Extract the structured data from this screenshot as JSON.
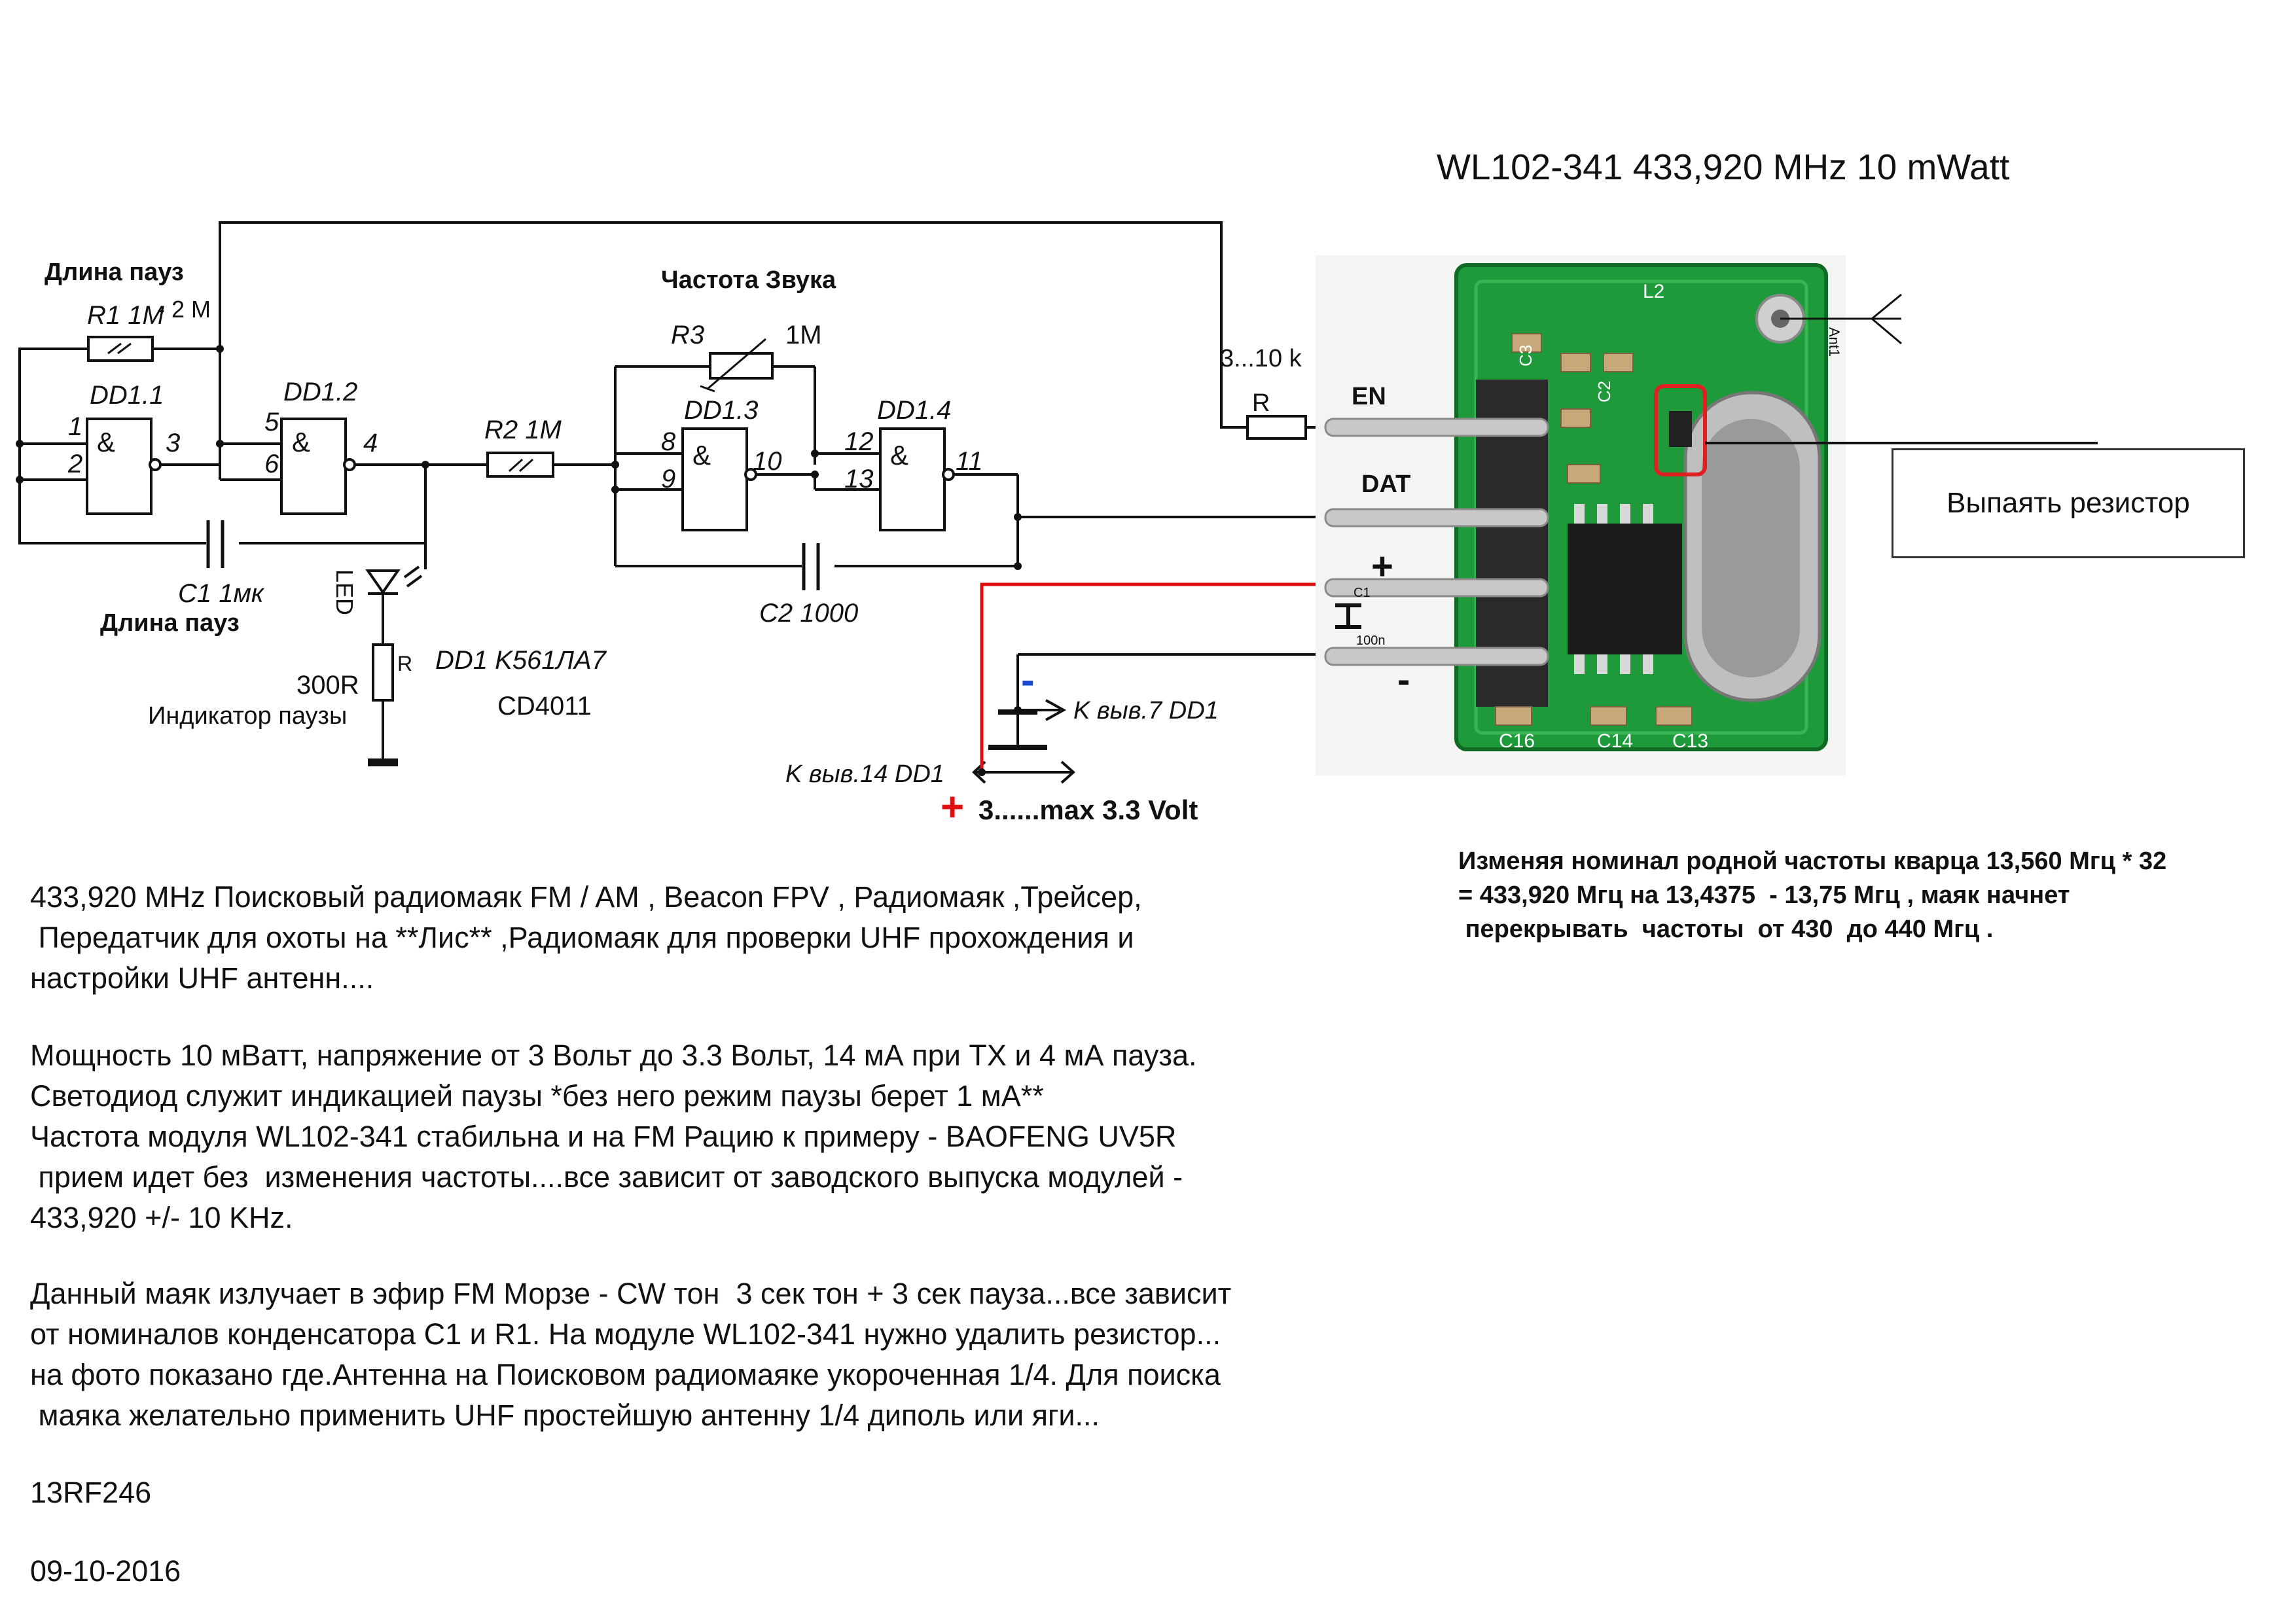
{
  "module": {
    "title": "WL102-341 433,920 MHz  10 mWatt",
    "pins": {
      "en": "EN",
      "dat": "DAT",
      "plus": "+",
      "minus": "-"
    },
    "board_labels": {
      "l2": "L2",
      "ant": "Ant1",
      "c1": "C1",
      "c100n": "100n",
      "c16": "C16",
      "c14": "C14",
      "c13": "C13",
      "c3": "C3",
      "c2": "C2"
    },
    "remove_label": "Выпаять резистор"
  },
  "schematic": {
    "pause_length_top": "Длина пауз",
    "pause_length_bottom": "Длина пауз",
    "r1": "R1 1M",
    "r1_alt": "- 2 M",
    "dd11": "DD1.1",
    "dd12": "DD1.2",
    "dd13": "DD1.3",
    "dd14": "DD1.4",
    "and_symbol": "&",
    "pins": {
      "p1": "1",
      "p2": "2",
      "p3": "3",
      "p4": "4",
      "p5": "5",
      "p6": "6",
      "p8": "8",
      "p9": "9",
      "p10": "10",
      "p11": "11",
      "p12": "12",
      "p13": "13"
    },
    "r2": "R2 1M",
    "sound_freq": "Частота Звука",
    "r3": "R3",
    "r3_value": "1M",
    "c1": "C1 1мк",
    "c2": "C2 1000",
    "led": "LED",
    "r_led": "R",
    "r_led_value": "300R",
    "pause_indicator": "Индикатор паузы",
    "dd1_part": "DD1 K561ЛА7",
    "cd4011": "CD4011",
    "r_en_range": "3...10 k",
    "r_en": "R",
    "minus_sign": "-",
    "plus_sign": "+",
    "to_pin7": "K выв.7  DD1",
    "to_pin14": "K выв.14  DD1",
    "supply": "3......max 3.3 Volt"
  },
  "crystal_note": "Изменяя номинал родной частоты кварца 13,560 Мгц * 32\n= 433,920 Мгц на 13,4375  - 13,75 Мгц , маяк начнет\n перекрывать  частоты  от 430  до 440 Мгц .",
  "description": {
    "p1": "433,920 MHz Поисковый радиомаяк FM / AM , Beacon FPV , Радиомаяк ,Трейсер,\n Передатчик для охоты на **Лис** ,Радиомаяк для проверки UHF прохождения и\nнастройки UHF антенн....",
    "p2": "Мощность 10 мВатт, напряжение от 3 Вольт до 3.3 Вольт, 14 мА при TX и 4 мА пауза.\nСветодиод служит индикацией паузы *без него режим паузы берет 1 мА**\nЧастота модуля WL102-341 стабильна и на FM Рацию к примеру - BAOFENG UV5R\n прием идет без  изменения частоты....все зависит от заводского выпуска модулей -\n433,920 +/- 10 KHz.",
    "p3": "Данный маяк излучает в эфир FM Морзе - CW тон  3 сек тон + 3 сек пауза...все зависит\nот номиналов конденсатора C1 и R1. На модуле WL102-341 нужно удалить резистор...\nна фото показано где.Антенна на Поисковом радиомаяке укороченная 1/4. Для поиска\n маяка желательно применить UHF простейшую антенну 1/4 диполь или яги..."
  },
  "author": "13RF246",
  "date": "09-10-2016",
  "colors": {
    "pcb": "#1f9a3a",
    "supply_wire": "#e01010",
    "minus_mark": "#1848d0",
    "highlight": "#e02020"
  }
}
